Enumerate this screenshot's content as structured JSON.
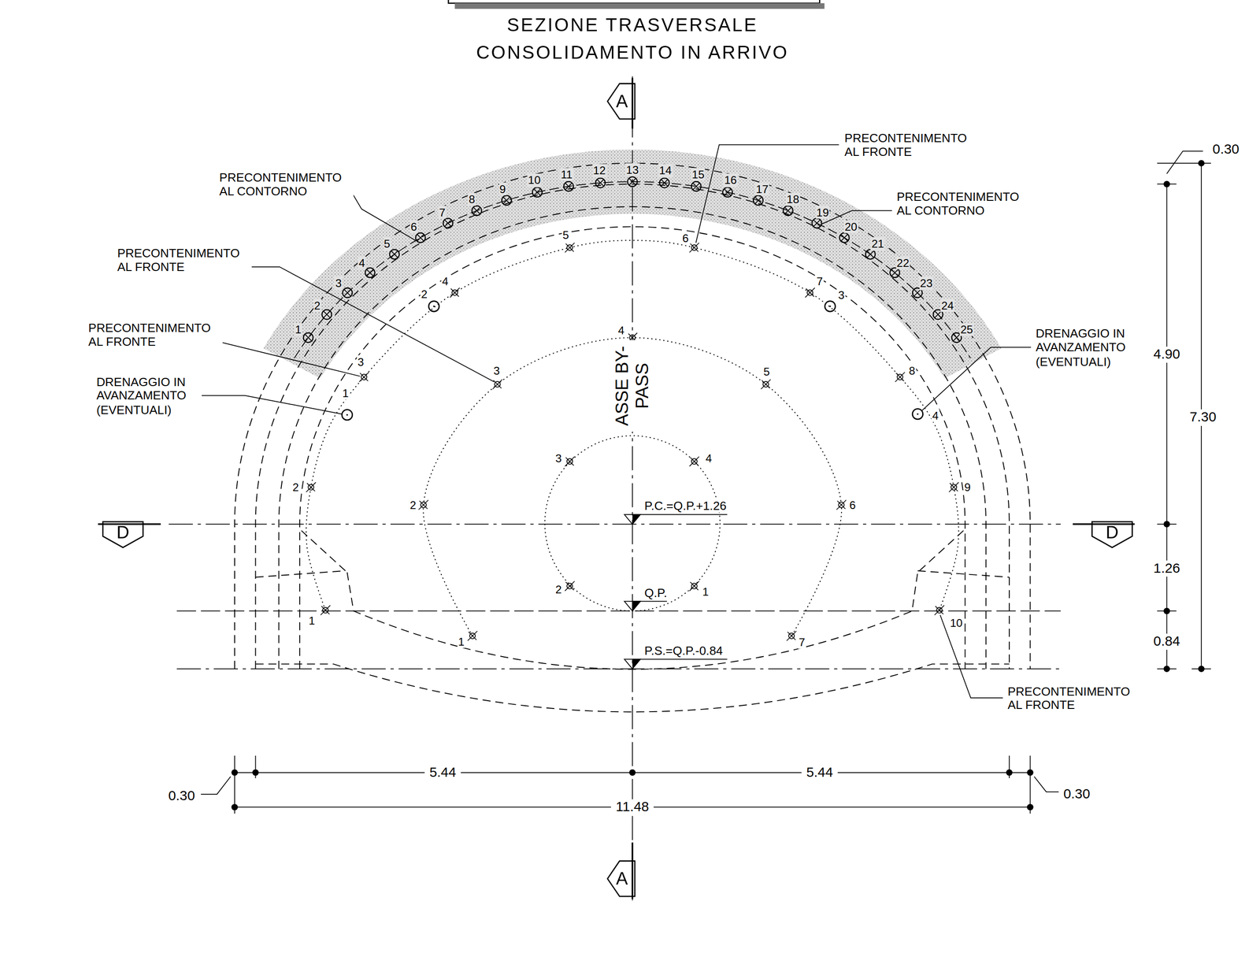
{
  "diagram": {
    "title": "SEZIONE TRASVERSALE CONSOLIDAMENTO IN ARRIVO",
    "labels": [
      "A",
      "PRECONTENIMENTO AL FRONTE",
      "PRECONTENIMENTO AL CONTORNO",
      "PRECONTENIMENTO AL CONTORNO",
      "PRECONTENIMENTO AL FRONTE",
      "PRECONTENIMENTO AL FRONTE",
      "DRENAGGIO IN AVANZAMENTO (EVENTUALI)",
      "DRENAGGIO IN AVANZAMENTO (EVENTUALI)",
      "ASSE BY-PASS",
      "P.C.=Q.P.+1.26",
      "Q.P.",
      "P.S.=Q.P.-0.84",
      "PRECONTENIMENTO AL FRONTE",
      "D",
      "D",
      "A",
      "1",
      "2",
      "3",
      "4",
      "5",
      "6",
      "7",
      "8",
      "9",
      "10",
      "11",
      "12",
      "13",
      "14",
      "15",
      "16",
      "17",
      "18",
      "19",
      "20",
      "21",
      "22",
      "23",
      "24",
      "25",
      "1",
      "2",
      "3",
      "4",
      "5",
      "6",
      "7",
      "8",
      "9",
      "10",
      "1",
      "2",
      "3",
      "4",
      "1",
      "2",
      "3",
      "4",
      "5",
      "6",
      "7",
      "1",
      "2",
      "3",
      "4",
      "0.30",
      "4.90",
      "7.30",
      "1.26",
      "0.84",
      "5.44",
      "5.44",
      "0.30",
      "11.48",
      "0.30"
    ]
  }
}
